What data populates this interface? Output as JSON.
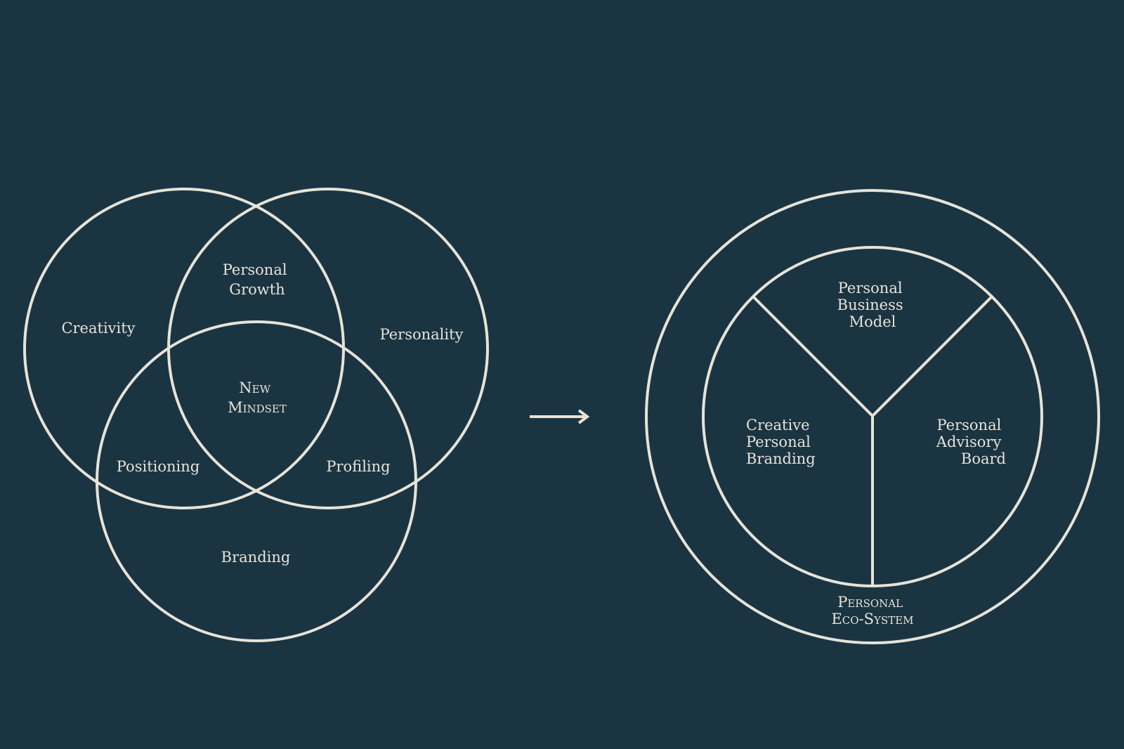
{
  "colors": {
    "background": "#1b3442",
    "line": "#e6e3d8",
    "text": "#e6e3d8"
  },
  "venn": {
    "circles": [
      "Creativity",
      "Personality",
      "Branding"
    ],
    "creativity": "Creativity",
    "personality": "Personality",
    "branding": "Branding",
    "personal_growth": [
      "Personal",
      "Growth"
    ],
    "positioning": "Positioning",
    "profiling": "Profiling",
    "new_mindset": [
      "New",
      "Mindset"
    ]
  },
  "arrow": {
    "icon": "arrow-right-icon"
  },
  "ecosystem": {
    "business_model": [
      "Personal",
      "Business",
      "Model"
    ],
    "creative_branding": [
      "Creative",
      "Personal",
      "Branding"
    ],
    "advisory_board": [
      "Personal",
      "Advisory",
      "Board"
    ],
    "ring_label": [
      "Personal",
      "Eco-System"
    ]
  }
}
